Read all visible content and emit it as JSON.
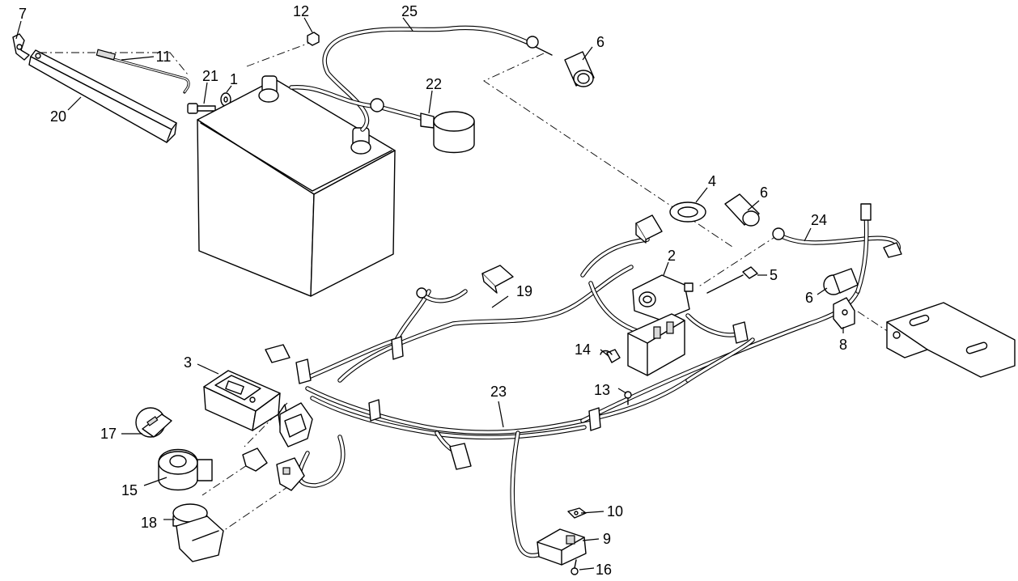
{
  "callouts": [
    {
      "id": "7",
      "label": "7"
    },
    {
      "id": "12",
      "label": "12"
    },
    {
      "id": "25",
      "label": "25"
    },
    {
      "id": "6a",
      "label": "6"
    },
    {
      "id": "11",
      "label": "11"
    },
    {
      "id": "21",
      "label": "21"
    },
    {
      "id": "1",
      "label": "1"
    },
    {
      "id": "22",
      "label": "22"
    },
    {
      "id": "20",
      "label": "20"
    },
    {
      "id": "4",
      "label": "4"
    },
    {
      "id": "6b",
      "label": "6"
    },
    {
      "id": "24",
      "label": "24"
    },
    {
      "id": "2",
      "label": "2"
    },
    {
      "id": "5",
      "label": "5"
    },
    {
      "id": "19",
      "label": "19"
    },
    {
      "id": "6c",
      "label": "6"
    },
    {
      "id": "8",
      "label": "8"
    },
    {
      "id": "3",
      "label": "3"
    },
    {
      "id": "14",
      "label": "14"
    },
    {
      "id": "13",
      "label": "13"
    },
    {
      "id": "23",
      "label": "23"
    },
    {
      "id": "17",
      "label": "17"
    },
    {
      "id": "15",
      "label": "15"
    },
    {
      "id": "10",
      "label": "10"
    },
    {
      "id": "18",
      "label": "18"
    },
    {
      "id": "9",
      "label": "9"
    },
    {
      "id": "16",
      "label": "16"
    }
  ]
}
